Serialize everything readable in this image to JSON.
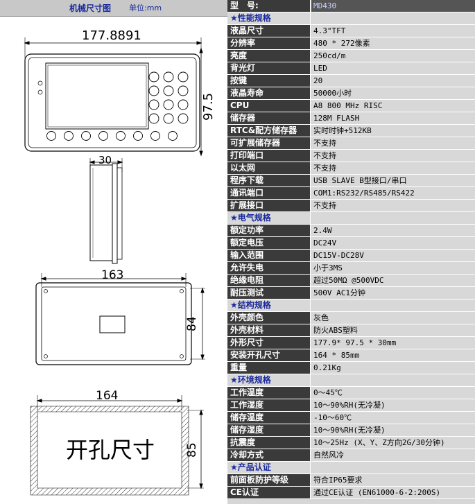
{
  "left_header": {
    "title": "机械尺寸图",
    "unit": "单位:mm"
  },
  "dimensions": {
    "front_width": "177.8891",
    "front_height": "97.5",
    "side_depth": "30",
    "back_width": "163",
    "back_height": "84",
    "cutout_width": "164",
    "cutout_height": "85",
    "cutout_label": "开孔尺寸"
  },
  "spec_rows": [
    {
      "type": "head",
      "key": "型　号:",
      "value": "MD430"
    },
    {
      "type": "section",
      "key": "★性能规格",
      "value": ""
    },
    {
      "type": "row",
      "key": "液晶尺寸",
      "value": "4.3\"TFT"
    },
    {
      "type": "row",
      "key": "分辨率",
      "value": "480 * 272像素"
    },
    {
      "type": "row",
      "key": "亮度",
      "value": "250cd/m"
    },
    {
      "type": "row",
      "key": "背光灯",
      "value": "LED"
    },
    {
      "type": "row",
      "key": "按键",
      "value": "20"
    },
    {
      "type": "row",
      "key": "液晶寿命",
      "value": "50000小时"
    },
    {
      "type": "row",
      "key": "CPU",
      "value": "A8 800 MHz RISC"
    },
    {
      "type": "row",
      "key": "储存器",
      "value": "128M FLASH"
    },
    {
      "type": "row",
      "key": "RTC&配方储存器",
      "value": "实时时钟+512KB"
    },
    {
      "type": "row",
      "key": "可扩展储存器",
      "value": "不支持"
    },
    {
      "type": "row",
      "key": "打印端口",
      "value": "不支持"
    },
    {
      "type": "row",
      "key": "以太网",
      "value": "不支持"
    },
    {
      "type": "row",
      "key": "程序下载",
      "value": "USB SLAVE B型接口/串口"
    },
    {
      "type": "row",
      "key": "通讯端口",
      "value": "COM1:RS232/RS485/RS422"
    },
    {
      "type": "row",
      "key": "扩展接口",
      "value": "不支持"
    },
    {
      "type": "section",
      "key": "★电气规格",
      "value": ""
    },
    {
      "type": "row",
      "key": "额定功率",
      "value": "2.4W"
    },
    {
      "type": "row",
      "key": "额定电压",
      "value": "DC24V"
    },
    {
      "type": "row",
      "key": "输入范围",
      "value": "DC15V-DC28V"
    },
    {
      "type": "row",
      "key": "允许失电",
      "value": "小于3MS"
    },
    {
      "type": "row",
      "key": "绝缘电阻",
      "value": "超过50MΩ @500VDC"
    },
    {
      "type": "row",
      "key": "耐压测试",
      "value": "500V AC1分钟"
    },
    {
      "type": "section",
      "key": "★结构规格",
      "value": ""
    },
    {
      "type": "row",
      "key": "外壳颜色",
      "value": "灰色"
    },
    {
      "type": "row",
      "key": "外壳材料",
      "value": "防火ABS塑料"
    },
    {
      "type": "row",
      "key": "外形尺寸",
      "value": "177.9* 97.5 * 30mm"
    },
    {
      "type": "row",
      "key": "安装开孔尺寸",
      "value": "164 * 85mm"
    },
    {
      "type": "row",
      "key": "重量",
      "value": "0.21Kg"
    },
    {
      "type": "section",
      "key": "★环境规格",
      "value": ""
    },
    {
      "type": "row",
      "key": "工作温度",
      "value": "0～45℃"
    },
    {
      "type": "row",
      "key": "工作湿度",
      "value": "10～90%RH(无冷凝)"
    },
    {
      "type": "row",
      "key": "储存温度",
      "value": "-10～60℃"
    },
    {
      "type": "row",
      "key": "储存湿度",
      "value": "10～90%RH(无冷凝)"
    },
    {
      "type": "row",
      "key": "抗震度",
      "value": "10～25Hz (X、Y、Z方向2G/30分钟)"
    },
    {
      "type": "row",
      "key": "冷却方式",
      "value": "自然风冷"
    },
    {
      "type": "section",
      "key": "★产品认证",
      "value": ""
    },
    {
      "type": "row",
      "key": "前面板防护等级",
      "value": "符合IP65要求"
    },
    {
      "type": "row",
      "key": "CE认证",
      "value": "通过CE认证 (EN61000-6-2:200S)"
    }
  ]
}
